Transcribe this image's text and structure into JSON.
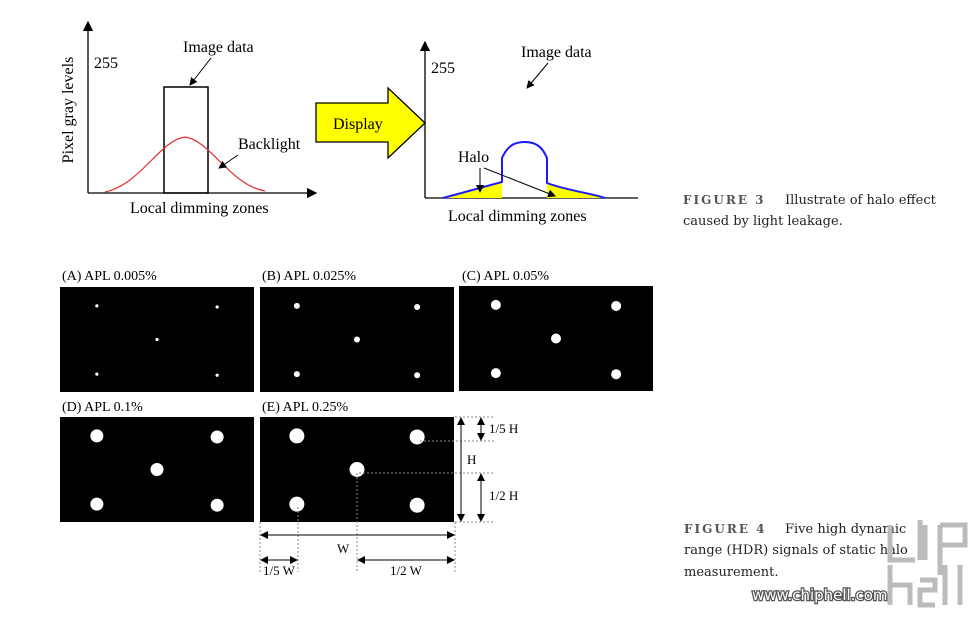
{
  "figure3": {
    "left": {
      "y_label": "Pixel gray levels",
      "y_max": "255",
      "x_label": "Local dimming zones",
      "image_label": "Image data",
      "backlight_label": "Backlight"
    },
    "arrow_label": "Display",
    "right": {
      "y_max": "255",
      "image_label": "Image data",
      "halo_label": "Halo",
      "x_label": "Local dimming zones"
    },
    "caption": {
      "label": "FIGURE 3",
      "line1": "Illustrate of halo effect",
      "line2": "caused by light leakage."
    },
    "colors": {
      "backlight": "#e03030",
      "display_arrow": "#ffff00",
      "signal": "#1a1aff",
      "halo": "#ffff00"
    }
  },
  "figure4": {
    "panels": [
      {
        "label": "(A)  APL 0.005%"
      },
      {
        "label": "(B)  APL 0.025%"
      },
      {
        "label": "(C)  APL 0.05%"
      },
      {
        "label": "(D)  APL 0.1%"
      },
      {
        "label": "(E)  APL 0.25%"
      }
    ],
    "dims": {
      "h_fifth": "1/5 H",
      "h": "H",
      "h_half": "1/2 H",
      "w": "W",
      "w_fifth": "1/5 W",
      "w_half": "1/2 W"
    },
    "caption": {
      "label": "FIGURE 4",
      "line1": "Five high dynamic",
      "line2": "range (HDR) signals of static halo",
      "line3": "measurement."
    }
  },
  "watermark": {
    "url": "www.chiphell.com",
    "logo": "chip hell"
  }
}
